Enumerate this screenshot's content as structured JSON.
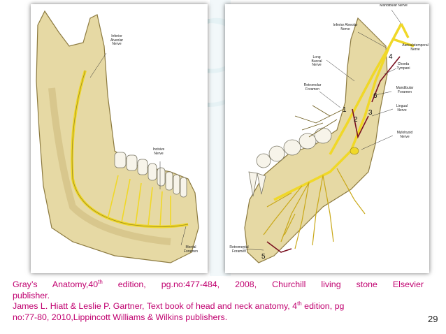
{
  "left_figure": {
    "labels": {
      "inferior_alveolar_nerve": "Inferior\nAlveolar\nNerve",
      "incisive_nerve": "Incisive\nNerve",
      "mental_foramen": "Mental\nForamen"
    }
  },
  "right_figure": {
    "labels": {
      "mandibular_nerve": "Mandibular Nerve",
      "inferior_alveolar_nerve": "Inferior Alveolar\nNerve",
      "auriculotemporal_nerve": "Auriculotemporal\nNerve",
      "long_buccal_nerve": "Long\nBuccal\nNerve",
      "chorda_tympani": "Chorda\nTympani",
      "retromolar_foramen": "Retromolar\nForamen",
      "mandibular_foramen": "Mandibular\nForamen",
      "lingual_nerve": "Lingual\nNerve",
      "mylohyoid_nerve": "Mylohyoid\nNerve",
      "retromental_foramen": "Retromental\nForamen"
    },
    "numbers": [
      "1",
      "2",
      "3",
      "4",
      "5",
      "6"
    ]
  },
  "caption": {
    "line1": "Gray’s  Anatomy,40",
    "line1_sup": "th",
    "line1_rest": "  edition,  pg.no:477-484,  2008,  Churchill  living  stone  Elsevier",
    "line2": "publisher.",
    "line3": "James L. Hiatt & Leslie P. Gartner, Text book of head and neck anatomy, 4",
    "line3_sup": "th",
    "line3_rest": " edition, pg",
    "line4": "no:77-80, 2010,Lippincott Williams & Wilkins publishers."
  },
  "page_number": "29",
  "colors": {
    "caption_text": "#c0006f",
    "bone": "#e6d9a4",
    "nerve": "#f0d828",
    "vessel": "#7a1020"
  }
}
